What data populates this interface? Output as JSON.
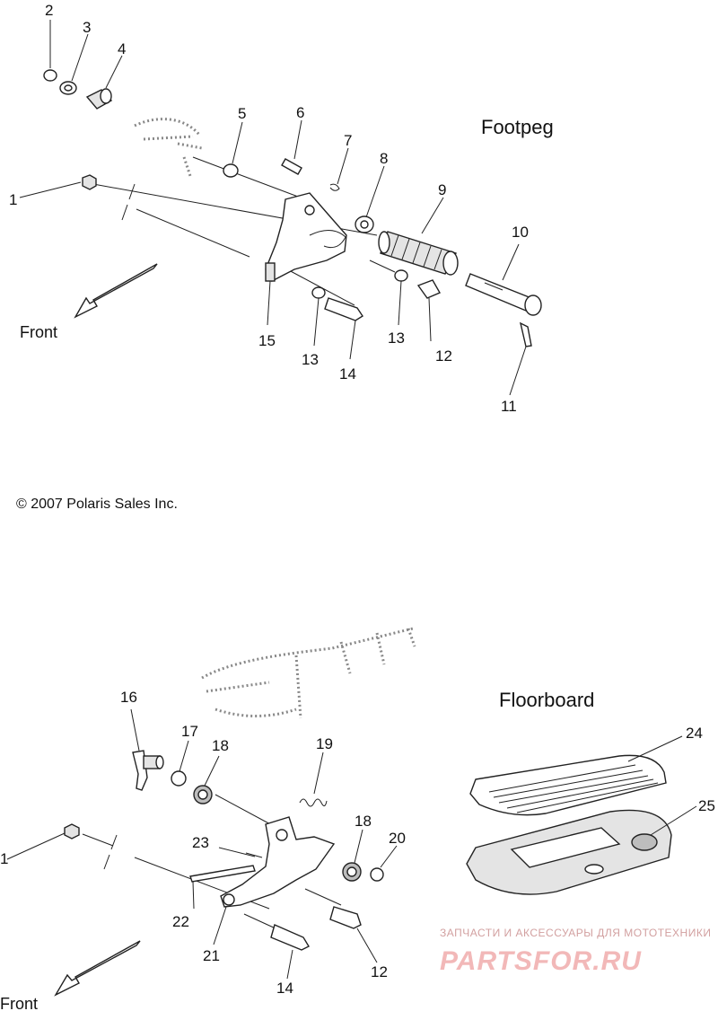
{
  "sections": {
    "footpeg": {
      "title": "Footpeg"
    },
    "floorboard": {
      "title": "Floorboard"
    }
  },
  "labels": {
    "front_top": "Front",
    "front_bottom": "Front",
    "copyright": "© 2007 Polaris Sales Inc."
  },
  "callouts": {
    "footpeg": [
      "1",
      "2",
      "3",
      "4",
      "5",
      "6",
      "7",
      "8",
      "9",
      "10",
      "11",
      "12",
      "13",
      "13",
      "14",
      "15"
    ],
    "floorboard": [
      "1",
      "12",
      "14",
      "16",
      "17",
      "18",
      "18",
      "19",
      "20",
      "21",
      "22",
      "23",
      "24",
      "25"
    ]
  },
  "watermark": {
    "tagline": "ЗАПЧАСТИ И АКСЕССУАРЫ ДЛЯ МОТОТЕХНИКИ",
    "brand": "PARTSFOR.RU"
  }
}
